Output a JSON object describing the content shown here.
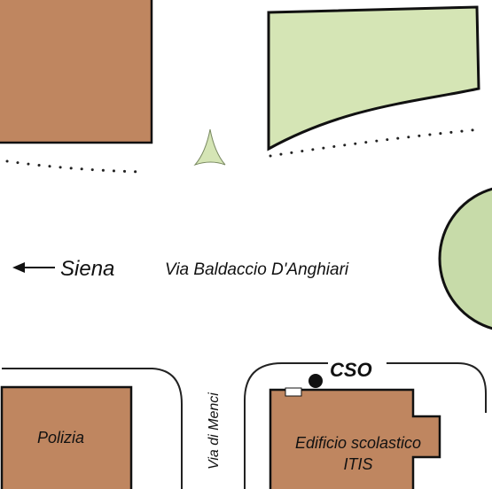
{
  "labels": {
    "direction": "Siena",
    "main_street": "Via Baldaccio D'Anghiari",
    "side_street": "Via di Menci",
    "police": "Polizia",
    "school_line1": "Edificio scolastico",
    "school_line2": "ITIS",
    "station": "CSO"
  },
  "colors": {
    "building": "#bf8660",
    "green": "#d5e5b5",
    "green_dark": "#c7dba9",
    "outline": "#111111",
    "road_line": "#333333"
  },
  "icons": {
    "arrow": "arrow-left-icon",
    "marker": "station-dot-icon"
  }
}
